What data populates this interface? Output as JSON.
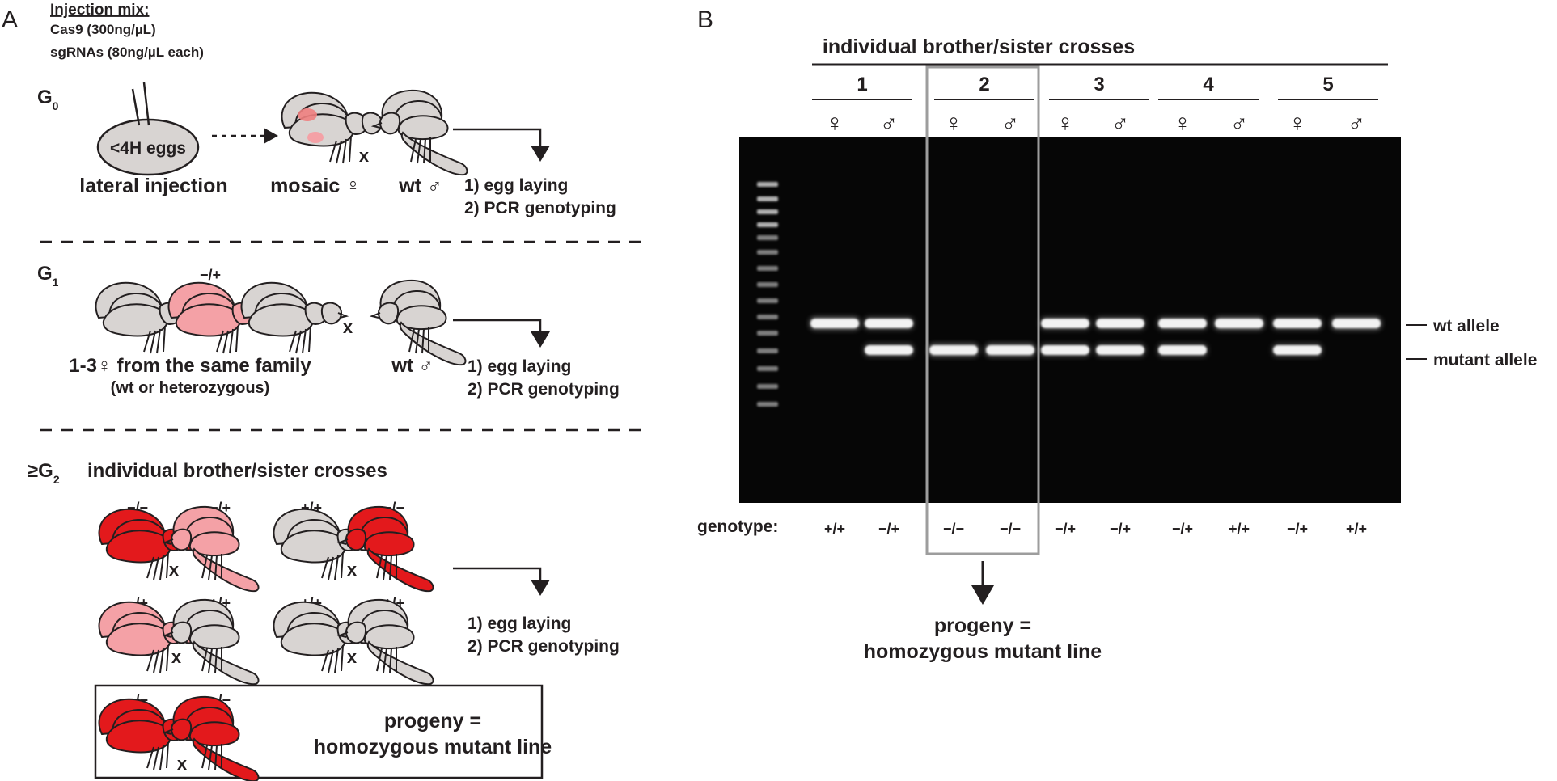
{
  "panel_a": {
    "label": "A",
    "mix_title": "Injection mix:",
    "mix_line1": "Cas9 (300ng/µL)",
    "mix_line2": "sgRNAs (80ng/µL each)",
    "g0": {
      "gen": "G",
      "sub": "0",
      "egg_text": "<4H eggs",
      "injection_label": "lateral injection",
      "female_label": "mosaic ♀",
      "male_label": "wt ♂",
      "cross": "x",
      "step1": "1) egg laying",
      "step2": "2) PCR genotyping"
    },
    "g1": {
      "gen": "G",
      "sub": "1",
      "het_genotype": "−/+",
      "female_label": "1-3♀ from the same family",
      "female_sublabel": "(wt or heterozygous)",
      "male_label": "wt ♂",
      "cross": "x",
      "step1": "1) egg laying",
      "step2": "2) PCR genotyping"
    },
    "g2": {
      "gen_prefix": "≥G",
      "sub": "2",
      "title": "individual brother/sister crosses",
      "crosses": [
        {
          "left": "−/−",
          "right": "−/+",
          "cross": "x"
        },
        {
          "left": "+/+",
          "right": "−/−",
          "cross": "x"
        },
        {
          "left": "−/+",
          "right": "+/+",
          "cross": "x"
        },
        {
          "left": "+/+",
          "right": "+/+",
          "cross": "x"
        }
      ],
      "step1": "1) egg laying",
      "step2": "2) PCR genotyping",
      "box_left": "−/−",
      "box_right": "−/−",
      "box_cross": "x",
      "box_line1": "progeny =",
      "box_line2": "homozygous mutant line"
    },
    "colors": {
      "wt_fly": "#d8d4d2",
      "het_fly": "#f4a1a6",
      "mutant_fly": "#e3191c",
      "mosaic_patch": "#f08080"
    }
  },
  "panel_b": {
    "label": "B",
    "title": "individual brother/sister crosses",
    "crosses": [
      {
        "number": "1",
        "female": "♀",
        "male": "♂",
        "genotypes": [
          "+/+",
          "−/+"
        ]
      },
      {
        "number": "2",
        "female": "♀",
        "male": "♂",
        "genotypes": [
          "−/−",
          "−/−"
        ]
      },
      {
        "number": "3",
        "female": "♀",
        "male": "♂",
        "genotypes": [
          "−/+",
          "−/+"
        ]
      },
      {
        "number": "4",
        "female": "♀",
        "male": "♂",
        "genotypes": [
          "−/+",
          "+/+"
        ]
      },
      {
        "number": "5",
        "female": "♀",
        "male": "♂",
        "genotypes": [
          "−/+",
          "+/+"
        ]
      }
    ],
    "genotype_label": "genotype:",
    "wt_allele": "wt allele",
    "mutant_allele": "mutant allele",
    "progeny_line1": "progeny =",
    "progeny_line2": "homozygous mutant line",
    "highlight_color": "#9d9d9d"
  }
}
